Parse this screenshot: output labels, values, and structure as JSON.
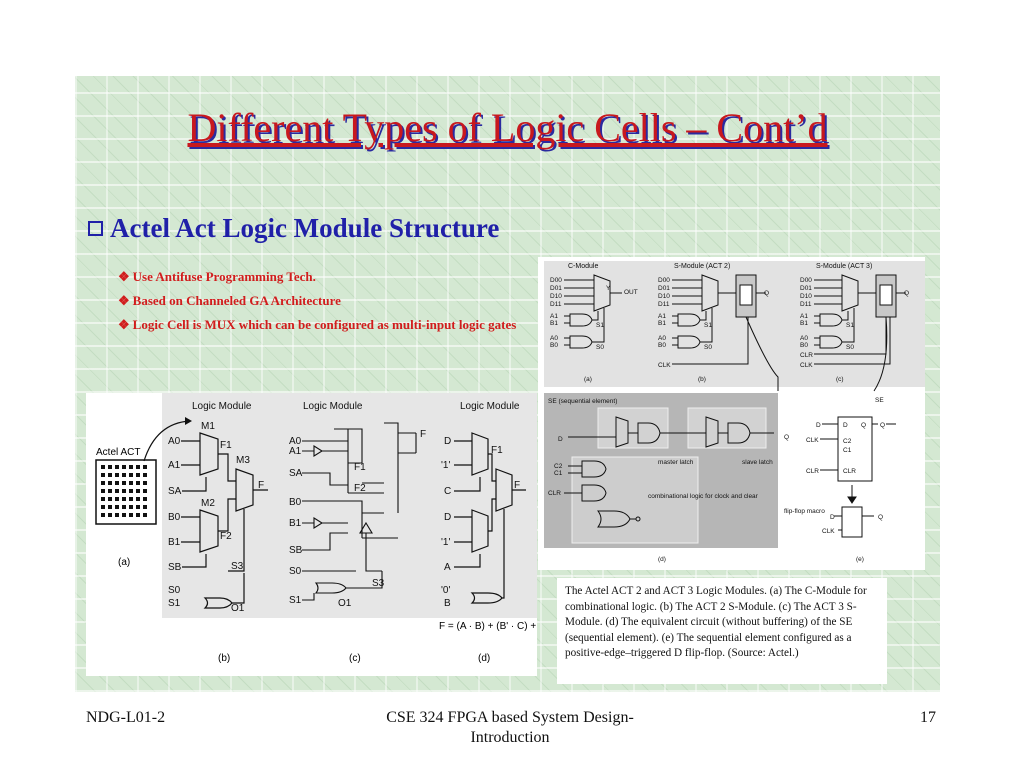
{
  "slide": {
    "title": "Different Types of Logic Cells – Cont’d",
    "subtitle": "Actel Act Logic Module Structure",
    "bullets": [
      "Use Antifuse Programming Tech.",
      "Based on Channeled GA Architecture",
      "Logic Cell is MUX which can be configured as multi-input logic gates"
    ],
    "caption": "The Actel ACT 2 and ACT 3 Logic Modules. (a) The C-Module for combinational logic. (b) The ACT 2 S-Module. (c) The ACT 3 S-Module. (d) The equivalent circuit (without buffering) of the SE (sequential element). (e) The sequential element configured as a positive-edge–triggered D flip-flop. (Source: Actel.)"
  },
  "footer": {
    "left": "NDG-L01-2",
    "center": "CSE 324 FPGA based System Design-Introduction",
    "right": "17"
  },
  "figure_left": {
    "module_title": "Logic Module",
    "chip_label": "Actel ACT",
    "panel_labels": [
      "(a)",
      "(b)",
      "(c)",
      "(d)"
    ],
    "b_inputs": [
      "A0",
      "A1",
      "SA",
      "B0",
      "B1",
      "SB",
      "S0",
      "S1"
    ],
    "b_blocks": [
      "M1",
      "M2",
      "M3",
      "F1",
      "F2",
      "S3",
      "O1",
      "F"
    ],
    "c_inputs": [
      "A0",
      "A1",
      "SA",
      "B0",
      "B1",
      "SB",
      "S0",
      "S1"
    ],
    "c_blocks": [
      "F1",
      "F2",
      "F",
      "S3",
      "O1"
    ],
    "d_inputs": [
      "D",
      "'1'",
      "C",
      "D",
      "'1'",
      "A",
      "'0'",
      "B"
    ],
    "d_blocks": [
      "F1",
      "F"
    ],
    "d_equation": "F = (A · B) + (B' · C) + D"
  },
  "figure_right": {
    "titles": [
      "C-Module",
      "S-Module (ACT 2)",
      "S-Module (ACT 3)"
    ],
    "data_inputs": [
      "D00",
      "D01",
      "D10",
      "D11"
    ],
    "select_inputs": [
      "A1",
      "B1",
      "A0",
      "B0"
    ],
    "sel_out": [
      "S1",
      "S0"
    ],
    "outputs": [
      "OUT",
      "Q",
      "Y",
      "SE"
    ],
    "clock": [
      "CLK",
      "CLR"
    ],
    "panel_labels": [
      "(a)",
      "(b)",
      "(c)",
      "(d)",
      "(e)"
    ],
    "se_title": "SE (sequential element)",
    "se_labels": [
      "master latch",
      "slave latch",
      "combinational logic for clock and clear"
    ],
    "se_pins": [
      "D",
      "Q",
      "C2",
      "C1",
      "CLR"
    ],
    "ff_title": "SE",
    "ff_pins": [
      "D",
      "CLK",
      "CLR",
      "Q",
      "C2",
      "C1"
    ],
    "ff_macro": "flip-flop macro",
    "ff_macro_pins": [
      "D",
      "CLK",
      "Q"
    ]
  }
}
